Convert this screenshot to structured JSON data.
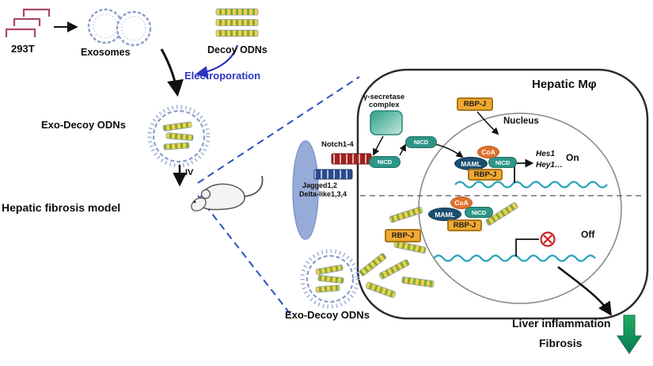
{
  "diagram": {
    "production": {
      "cell_line_label": "293T",
      "exosomes_label": "Exosomes",
      "decoy_odns_label": "Decoy ODNs",
      "electroporation_label": "Electroporation",
      "exo_decoy_label": "Exo-Decoy ODNs",
      "iv_label": "IV",
      "model_label": "Hepatic fibrosis model"
    },
    "macrophage": {
      "title": "Hepatic Mφ",
      "nucleus_label": "Nucleus",
      "gamma_secretase_line1": "γ-secretase",
      "gamma_secretase_line2": "complex",
      "notch_label": "Notch1-4",
      "ligand_line1": "Jagged1,2",
      "ligand_line2": "Delta-like1,3,4",
      "nicd_label": "NICD",
      "rbpj_label": "RBP-J",
      "maml_label": "MAML",
      "coa_label": "CoA",
      "target_gene_line1": "Hes1",
      "target_gene_line2": "Hey1…",
      "state_on_label": "On",
      "state_off_label": "Off",
      "exo_decoy_label": "Exo-Decoy ODNs"
    },
    "outcome": {
      "line1": "Liver inflammation",
      "line2": "Fibrosis"
    },
    "colors": {
      "electroporation_text": "#2a35c0",
      "zoom_dashes": "#2a4fc4",
      "odn_yellow": "#f0d24a",
      "odn_green": "#7fa93e",
      "nicd_teal": "#2e9688",
      "rbpj_orange": "#f0a830",
      "maml_navy": "#1b4f72",
      "coa_orange": "#e2712e",
      "notch_red": "#a32020",
      "ligand_blue": "#2c4a8c",
      "dna_cyan": "#25a3b8",
      "outcome_green": "#0f8f5f",
      "blocked_red": "#cc2222"
    }
  }
}
